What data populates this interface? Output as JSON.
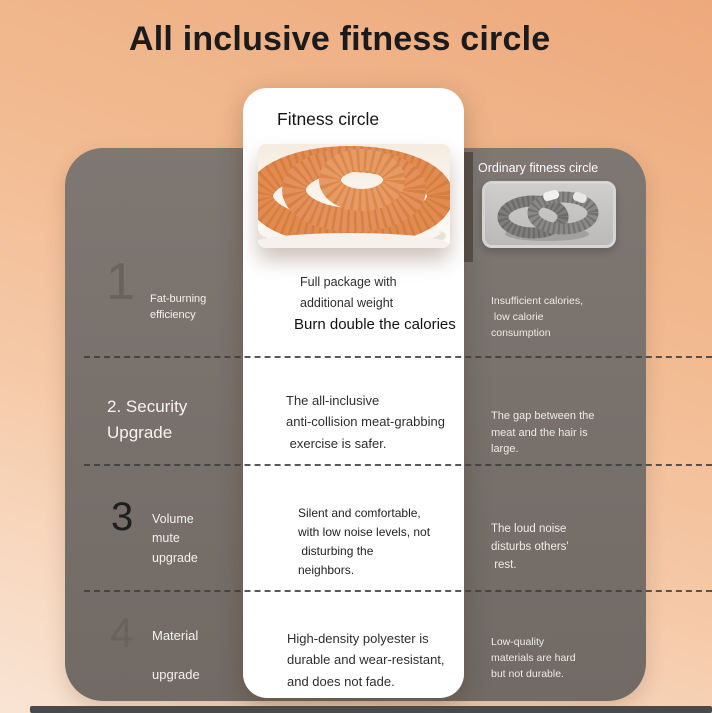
{
  "page": {
    "title": "All inclusive fitness circle"
  },
  "card": {
    "title": "Fitness circle"
  },
  "ordinary": {
    "label": "Ordinary fitness circle"
  },
  "rows": [
    {
      "number": "1",
      "feature": "Fat-burning\nefficiency",
      "product_text": "Full package with\nadditional weight",
      "product_emphasis": "Burn double the calories",
      "ordinary_text": "Insufficient calories,\n low calorie\nconsumption"
    },
    {
      "number": "",
      "feature": "2. Security\nUpgrade",
      "product_text": "The all-inclusive\nanti-collision meat-grabbing\n exercise is safer.",
      "ordinary_text": "The gap between the\nmeat and the hair is\nlarge."
    },
    {
      "number": "3",
      "feature": "Volume\nmute\nupgrade",
      "product_text": "Silent and comfortable,\nwith low noise levels, not\n disturbing the\nneighbors.",
      "ordinary_text": "The loud noise\ndisturbs others'\n rest."
    },
    {
      "number": "4",
      "feature": "Material\n\nupgrade",
      "product_text": "High-density polyester is\ndurable and wear-resistant,\nand does not fade.",
      "ordinary_text": "Low-quality\nmaterials are hard\nbut not durable."
    }
  ],
  "icons": {
    "product_image": "orange-coil-photo",
    "ordinary_image": "grey-coil-photo"
  },
  "colors": {
    "background_orange": "#efae83",
    "background_light": "#f9e4d4",
    "panel_grey": "#7a736e",
    "card_white": "#ffffff",
    "coil_orange": "#e28b50",
    "coil_grey": "#8a8988",
    "dash_dark": "#3d3d3d",
    "title_text": "#1b1b1d"
  }
}
